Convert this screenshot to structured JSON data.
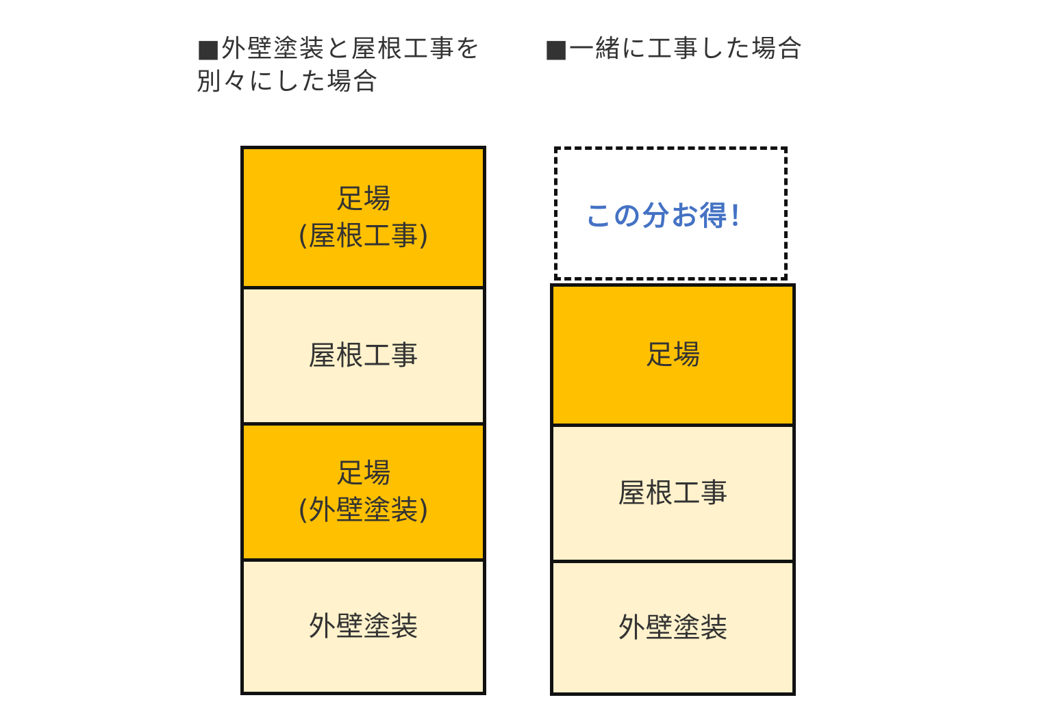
{
  "headings": {
    "left": "■外壁塗装と屋根工事を\n別々にした場合",
    "right": "■一緒に工事した場合"
  },
  "left_stack": [
    {
      "label": "足場\n(屋根工事)",
      "kind": "scaffold"
    },
    {
      "label": "屋根工事",
      "kind": "work"
    },
    {
      "label": "足場\n(外壁塗装)",
      "kind": "scaffold"
    },
    {
      "label": "外壁塗装",
      "kind": "work"
    }
  ],
  "right_stack": [
    {
      "label": "足場",
      "kind": "scaffold"
    },
    {
      "label": "屋根工事",
      "kind": "work"
    },
    {
      "label": "外壁塗装",
      "kind": "work"
    }
  ],
  "savings_label": "この分お得！",
  "colors": {
    "scaffold": "#ffc000",
    "work": "#fff2cc",
    "savings_text": "#4472c4",
    "border": "#111111"
  }
}
